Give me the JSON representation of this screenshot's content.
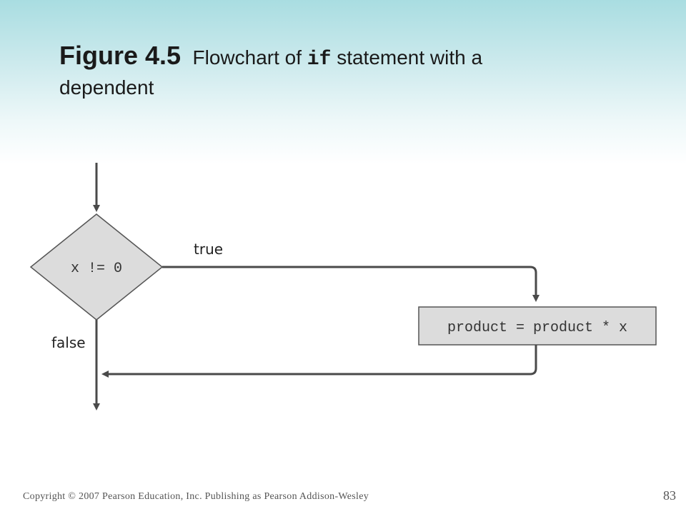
{
  "slide": {
    "figure_number": "Figure 4.5",
    "caption_before_code": "Flowchart of",
    "caption_code": "if",
    "caption_after_code": "statement with a",
    "caption_line2": "dependent"
  },
  "diagram": {
    "condition": "x != 0",
    "true_label": "true",
    "false_label": "false",
    "statement": "product = product * x"
  },
  "footer": {
    "copyright": "Copyright © 2007 Pearson Education, Inc. Publishing as Pearson Addison-Wesley",
    "page_number": "83"
  },
  "colors": {
    "shape_fill": "#dcdcdc",
    "line": "#4a4a4a",
    "shape_stroke": "#555555"
  }
}
